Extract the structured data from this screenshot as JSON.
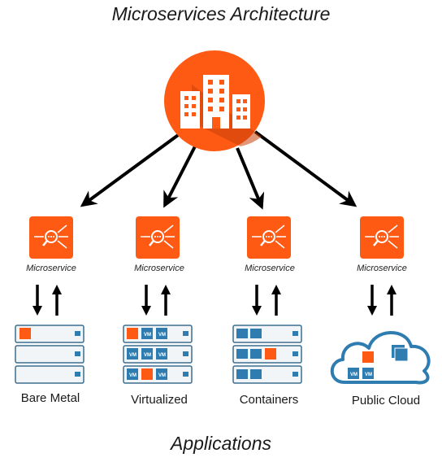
{
  "title": "Microservices Architecture",
  "footer": "Applications",
  "microservice_label": "Microservice",
  "vm_label": "VM",
  "environments": [
    {
      "label": "Bare Metal"
    },
    {
      "label": "Virtualized"
    },
    {
      "label": "Containers"
    },
    {
      "label": "Public Cloud"
    }
  ],
  "colors": {
    "accent": "#ff5a14",
    "accent_shadow": "#c8400a",
    "server_fill": "#f2f5f7",
    "server_stroke": "#3c6e8f",
    "vm_blue": "#2f7db0",
    "cloud_stroke": "#2f7db0",
    "arrow": "#000000"
  }
}
